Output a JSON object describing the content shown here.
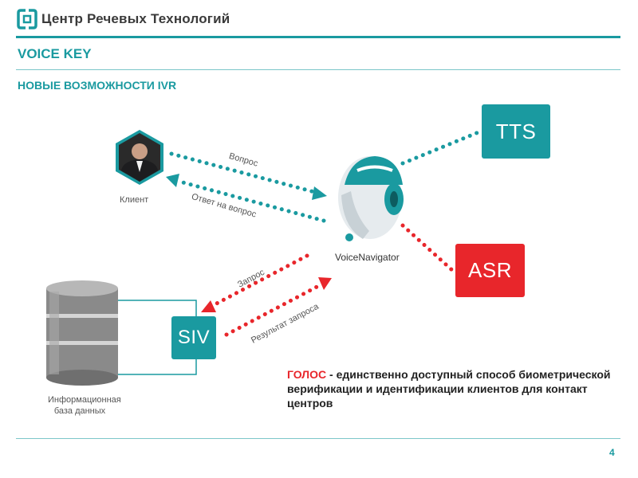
{
  "header": {
    "company_name": "Центр Речевых Технологий",
    "section_title": "VOICE KEY",
    "subtitle": "НОВЫЕ ВОЗМОЖНОСТИ IVR"
  },
  "diagram": {
    "client_label": "Клиент",
    "navigator_label": "VoiceNavigator",
    "tts_label": "TTS",
    "asr_label": "ASR",
    "siv_label": "SIV",
    "database_label_line1": "Информационная",
    "database_label_line2": "база данных",
    "arrow_question": "Вопрос",
    "arrow_answer": "Ответ на вопрос",
    "arrow_request": "Запрос",
    "arrow_result": "Результат запроса"
  },
  "note": {
    "highlight": "ГОЛОС",
    "text": " - единственно доступный способ биометрической верификации и идентификации клиентов для контакт центров"
  },
  "footer": {
    "page_number": "4"
  },
  "colors": {
    "teal": "#1a9aa0",
    "red": "#e8262b"
  }
}
